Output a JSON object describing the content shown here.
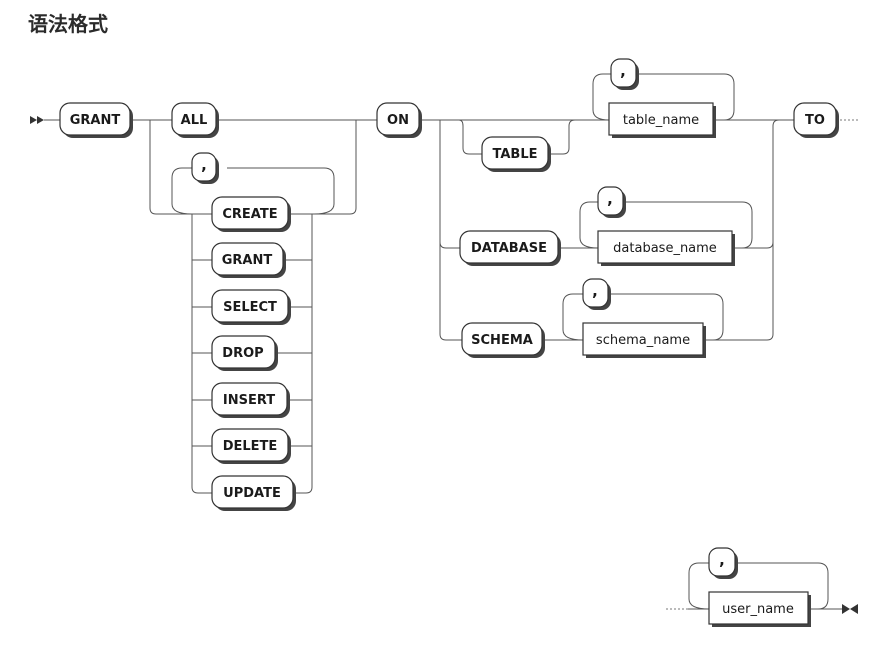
{
  "title": "语法格式",
  "keywords": {
    "grant": "GRANT",
    "all": "ALL",
    "create": "CREATE",
    "grant_priv": "GRANT",
    "select": "SELECT",
    "drop": "DROP",
    "insert": "INSERT",
    "delete": "DELETE",
    "update": "UPDATE",
    "on": "ON",
    "table": "TABLE",
    "database": "DATABASE",
    "schema": "SCHEMA",
    "to": "TO"
  },
  "nonterminals": {
    "table_name": "table_name",
    "database_name": "database_name",
    "schema_name": "schema_name",
    "user_name": "user_name"
  },
  "separators": {
    "privilege_comma": ",",
    "table_comma": ",",
    "database_comma": ",",
    "schema_comma": ",",
    "user_comma": ","
  }
}
